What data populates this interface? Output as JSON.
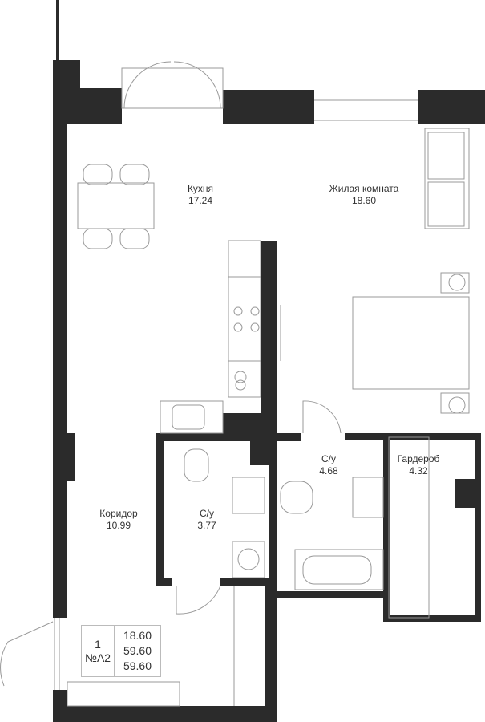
{
  "rooms": [
    {
      "name": "Кухня",
      "area": "17.24"
    },
    {
      "name": "Жилая комната",
      "area": "18.60"
    },
    {
      "name": "С/у",
      "area": "4.68"
    },
    {
      "name": "Гардероб",
      "area": "4.32"
    },
    {
      "name": "Коридор",
      "area": "10.99"
    },
    {
      "name": "С/у",
      "area": "3.77"
    }
  ],
  "legend": {
    "floor": "1",
    "unit": "№А2",
    "values": [
      "18.60",
      "59.60",
      "59.60"
    ]
  },
  "colors": {
    "wall": "#2b2b2b",
    "line": "#999999"
  }
}
